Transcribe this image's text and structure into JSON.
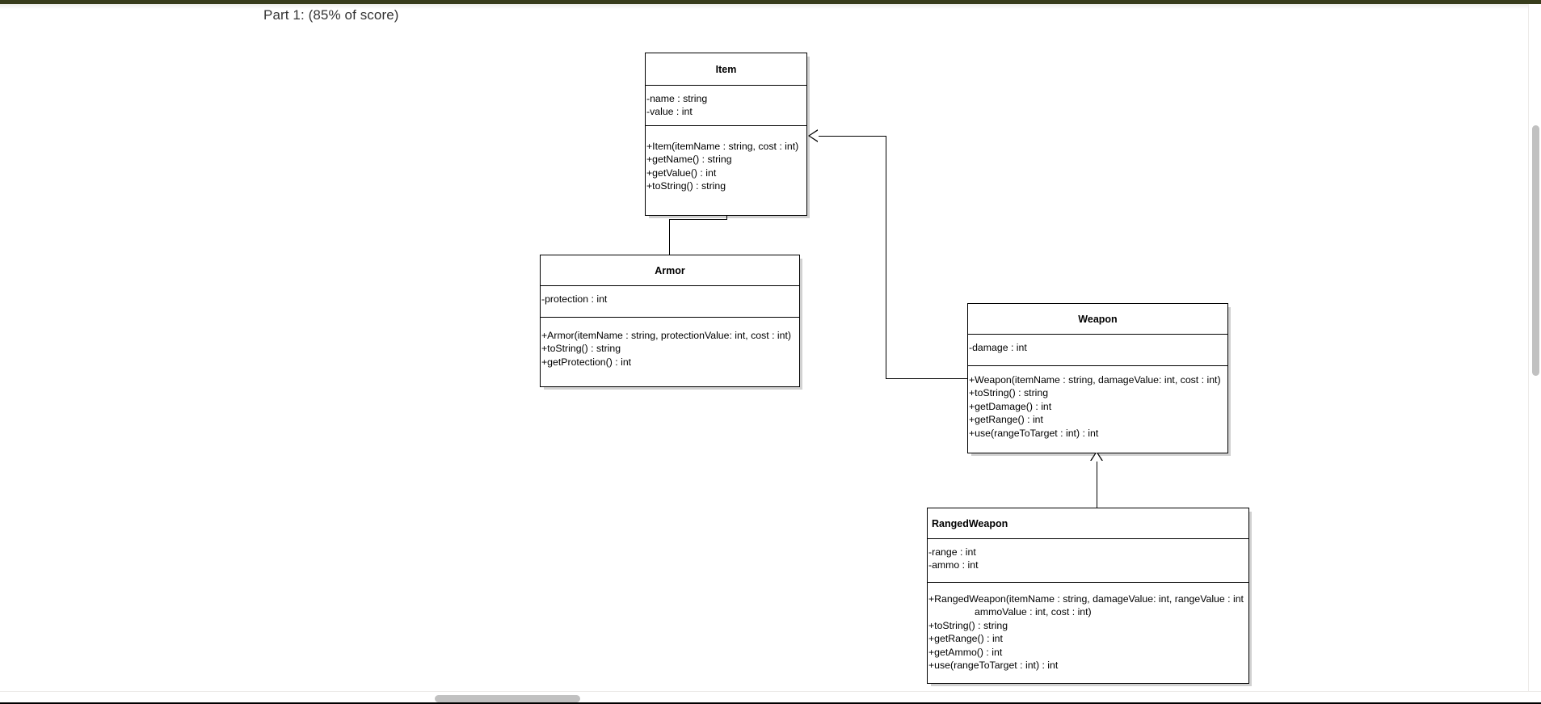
{
  "header": {
    "title": "Part 1: (85% of score)"
  },
  "theme": {
    "chrome_bar": "#383d1c",
    "box_border": "#000000",
    "box_fill": "#ffffff",
    "text": "#000000",
    "title_text": "#343434",
    "scrollbar_thumb": "#c1c1c1"
  },
  "diagram": {
    "type": "uml-class-diagram",
    "classes": [
      {
        "id": "item",
        "name": "Item",
        "title_align": "center",
        "attributes": [
          "-name : string",
          "-value : int"
        ],
        "methods": [
          "+Item(itemName : string, cost : int)",
          "+getName() : string",
          "+getValue() : int",
          "+toString() : string"
        ]
      },
      {
        "id": "armor",
        "name": "Armor",
        "title_align": "center",
        "attributes": [
          "-protection : int"
        ],
        "methods": [
          "+Armor(itemName : string, protectionValue: int, cost : int)",
          "+toString() : string",
          "+getProtection() : int"
        ]
      },
      {
        "id": "weapon",
        "name": "Weapon",
        "title_align": "center",
        "attributes": [
          "-damage : int"
        ],
        "methods": [
          "+Weapon(itemName : string, damageValue: int, cost : int)",
          "+toString() : string",
          "+getDamage() : int",
          "+getRange() : int",
          "+use(rangeToTarget : int) : int"
        ]
      },
      {
        "id": "rangedweapon",
        "name": "RangedWeapon",
        "title_align": "left",
        "attributes": [
          "-range : int",
          "-ammo : int"
        ],
        "methods": [
          "+RangedWeapon(itemName : string, damageValue: int, rangeValue : int",
          "ammoValue : int, cost : int)",
          "+toString() : string",
          "+getRange() : int",
          "+getAmmo() : int",
          "+use(rangeToTarget : int) : int"
        ]
      }
    ],
    "relationships": [
      {
        "from": "Armor",
        "to": "Item",
        "type": "generalization"
      },
      {
        "from": "Weapon",
        "to": "Item",
        "type": "generalization"
      },
      {
        "from": "RangedWeapon",
        "to": "Weapon",
        "type": "generalization"
      }
    ]
  },
  "scrollbars": {
    "vertical_present": true,
    "horizontal_present": true
  }
}
